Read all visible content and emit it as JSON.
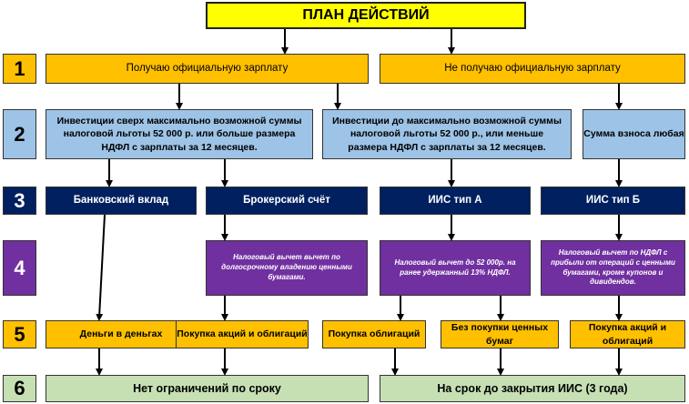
{
  "title": "ПЛАН ДЕЙСТВИЙ",
  "row_numbers": [
    "1",
    "2",
    "3",
    "4",
    "5",
    "6"
  ],
  "row1": {
    "left": "Получаю официальную зарплату",
    "right": "Не получаю официальную зарплату"
  },
  "row2": {
    "left": "Инвестиции сверх максимально возможной суммы налоговой льготы 52 000 р. или больше размера НДФЛ с зарплаты за 12 месяцев.",
    "middle": "Инвестиции до максимально возможной суммы налоговой льготы 52 000 р., или меньше размера НДФЛ с зарплаты за 12 месяцев.",
    "right": "Сумма взноса любая"
  },
  "row3": {
    "deposit": "Банковский вклад",
    "broker": "Брокерский счёт",
    "iis_a": "ИИС тип А",
    "iis_b": "ИИС тип Б"
  },
  "row4": {
    "broker": "Налоговый вычет вычет по долгосрочному владению ценными бумагами.",
    "iis_a": "Налоговый вычет до 52 000р. на ранее удержанный 13% НДФЛ.",
    "iis_b": "Налоговый вычет по НДФЛ с прибыли от операций с ценными бумагами, кроме купонов и дивидендов."
  },
  "row5": {
    "money": "Деньги в деньгах",
    "stocks_bonds": "Покупка акций и облигаций",
    "bonds": "Покупка облигаций",
    "no_securities": "Без покупки ценных бумаг",
    "stocks_bonds_b": "Покупка акций и облигаций"
  },
  "row6": {
    "left": "Нет ограничений по сроку",
    "right": "На срок до закрытия ИИС (3 года)"
  },
  "colors": {
    "title_yellow": "#ffff00",
    "orange": "#ffc000",
    "light_blue": "#9dc3e6",
    "navy": "#002060",
    "purple": "#7030a0",
    "light_green": "#c6e0b4"
  }
}
